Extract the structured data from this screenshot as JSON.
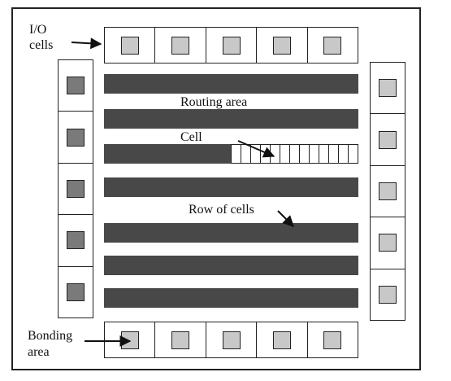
{
  "labels": {
    "io_cells_line1": "I/O",
    "io_cells_line2": "cells",
    "routing_area": "Routing area",
    "cell": "Cell",
    "row_of_cells": "Row of cells",
    "bonding_line1": "Bonding",
    "bonding_line2": "area"
  },
  "colors": {
    "row": "#484848",
    "pad_light": "#c8c8c8",
    "pad_dark": "#7a7a7a",
    "line": "#222222"
  }
}
